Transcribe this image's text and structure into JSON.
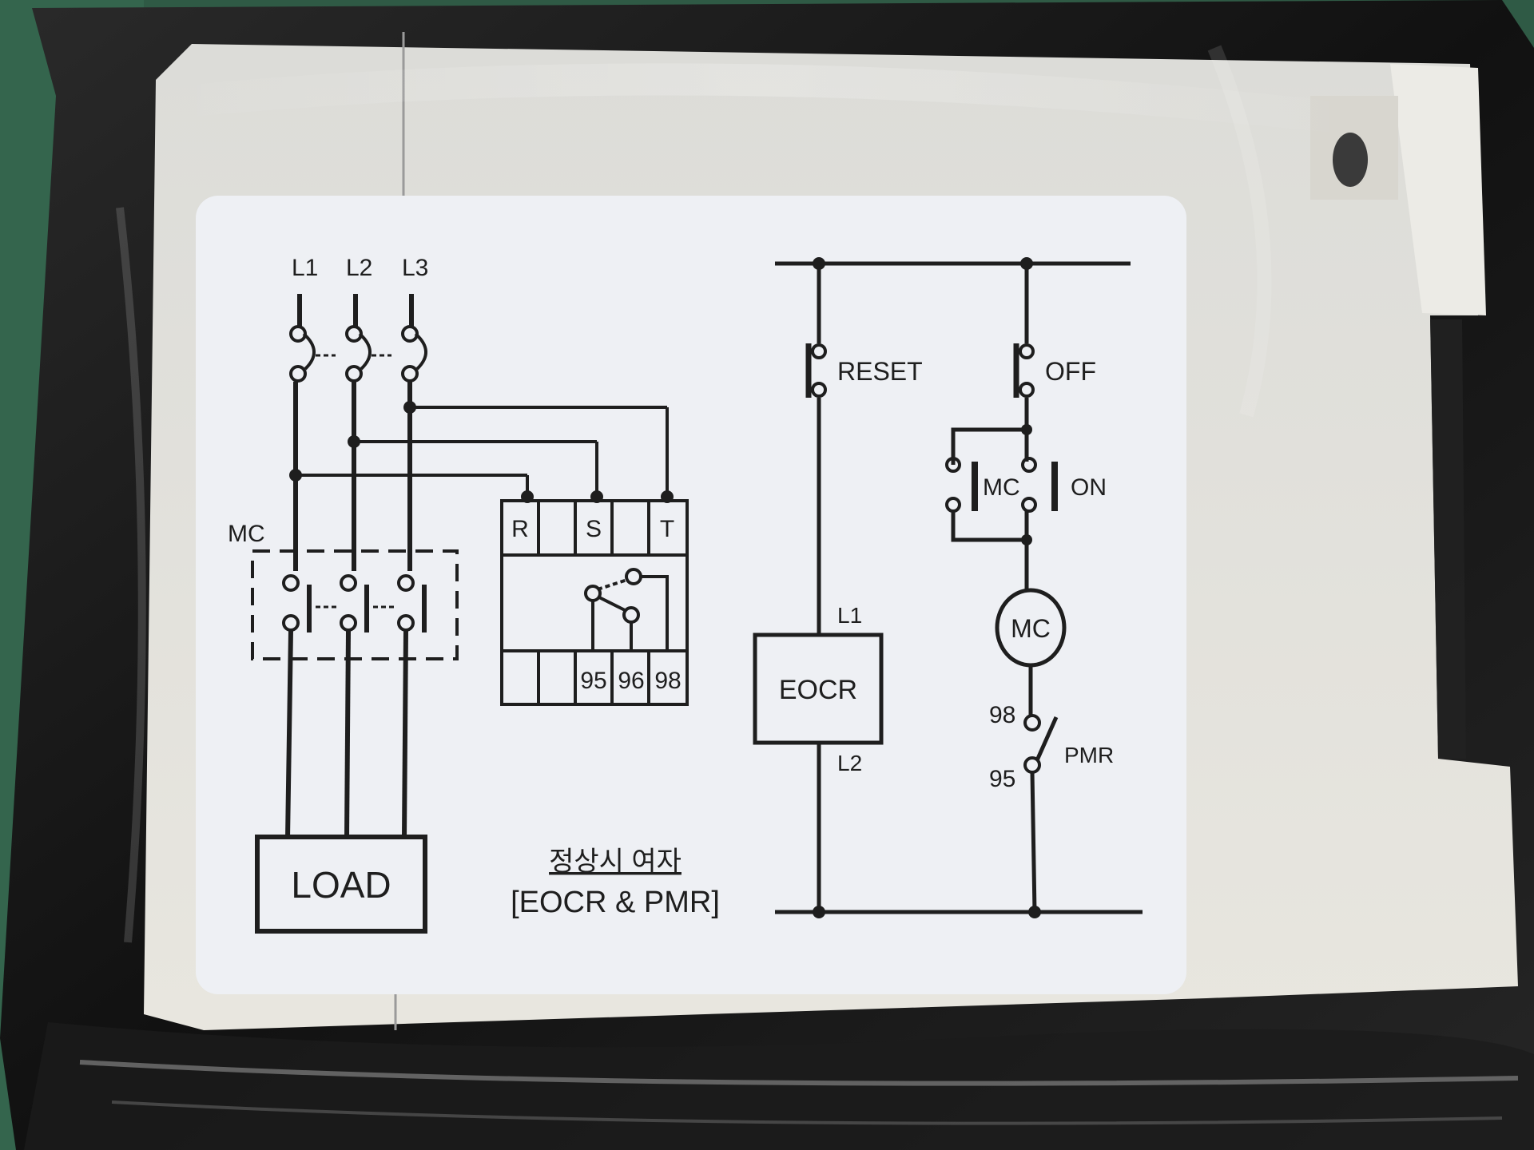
{
  "scene": {
    "subject": "plastic-wrapped relay module with wiring diagram sticker",
    "colors": {
      "background": "#2f5a45",
      "wrap": "#161616",
      "housing": "#e4e2dc",
      "sticker": "#eef0f4",
      "ink": "#1e1e1e"
    }
  },
  "diagram": {
    "lines": {
      "l1": "L1",
      "l2": "L2",
      "l3": "L3"
    },
    "contactor_label": "MC",
    "relay_terminals": {
      "r": "R",
      "s": "S",
      "t": "T"
    },
    "relay_contacts": {
      "c95": "95",
      "c96": "96",
      "c98": "98"
    },
    "load": "LOAD",
    "caption": {
      "korean": "정상시 여자",
      "parts": "[EOCR & PMR]"
    },
    "control": {
      "reset": "RESET",
      "off": "OFF",
      "on": "ON",
      "mc_contact": "MC",
      "eocr": "EOCR",
      "eocr_l1": "L1",
      "eocr_l2": "L2",
      "coil": "MC",
      "pmr": "PMR",
      "pmr_98": "98",
      "pmr_95": "95"
    }
  }
}
